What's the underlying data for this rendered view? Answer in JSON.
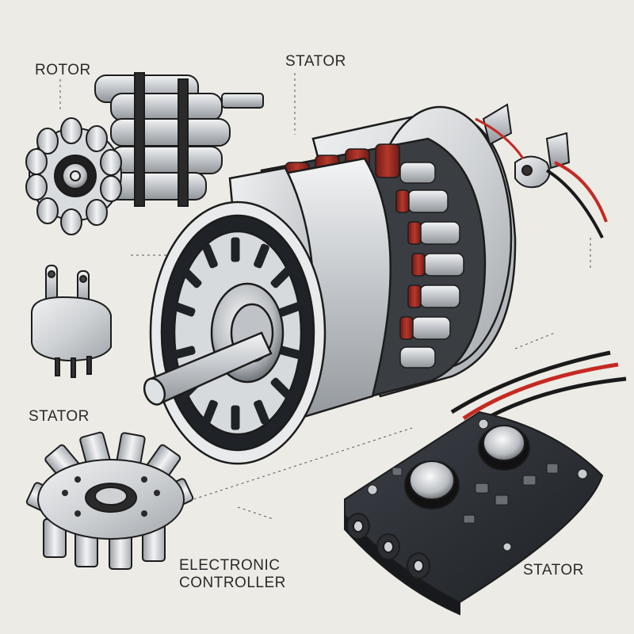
{
  "labels": {
    "rotor": "ROTOR",
    "stator_top": "STATOR",
    "stator_left": "STATOR",
    "electronic_controller_line1": "ELECTRONIC",
    "electronic_controller_line2": "CONTROLLER",
    "stator_bottom_right": "STATOR"
  },
  "colors": {
    "background": "#ecebe6",
    "outline": "#1c1c1c",
    "metal": "#c9ccd0",
    "metal_light": "#eef0f2",
    "copper_winding": "#9b2a22",
    "controller_body": "#2b2e33",
    "wire_red": "#c42a22",
    "wire_black": "#1a1a1a"
  }
}
